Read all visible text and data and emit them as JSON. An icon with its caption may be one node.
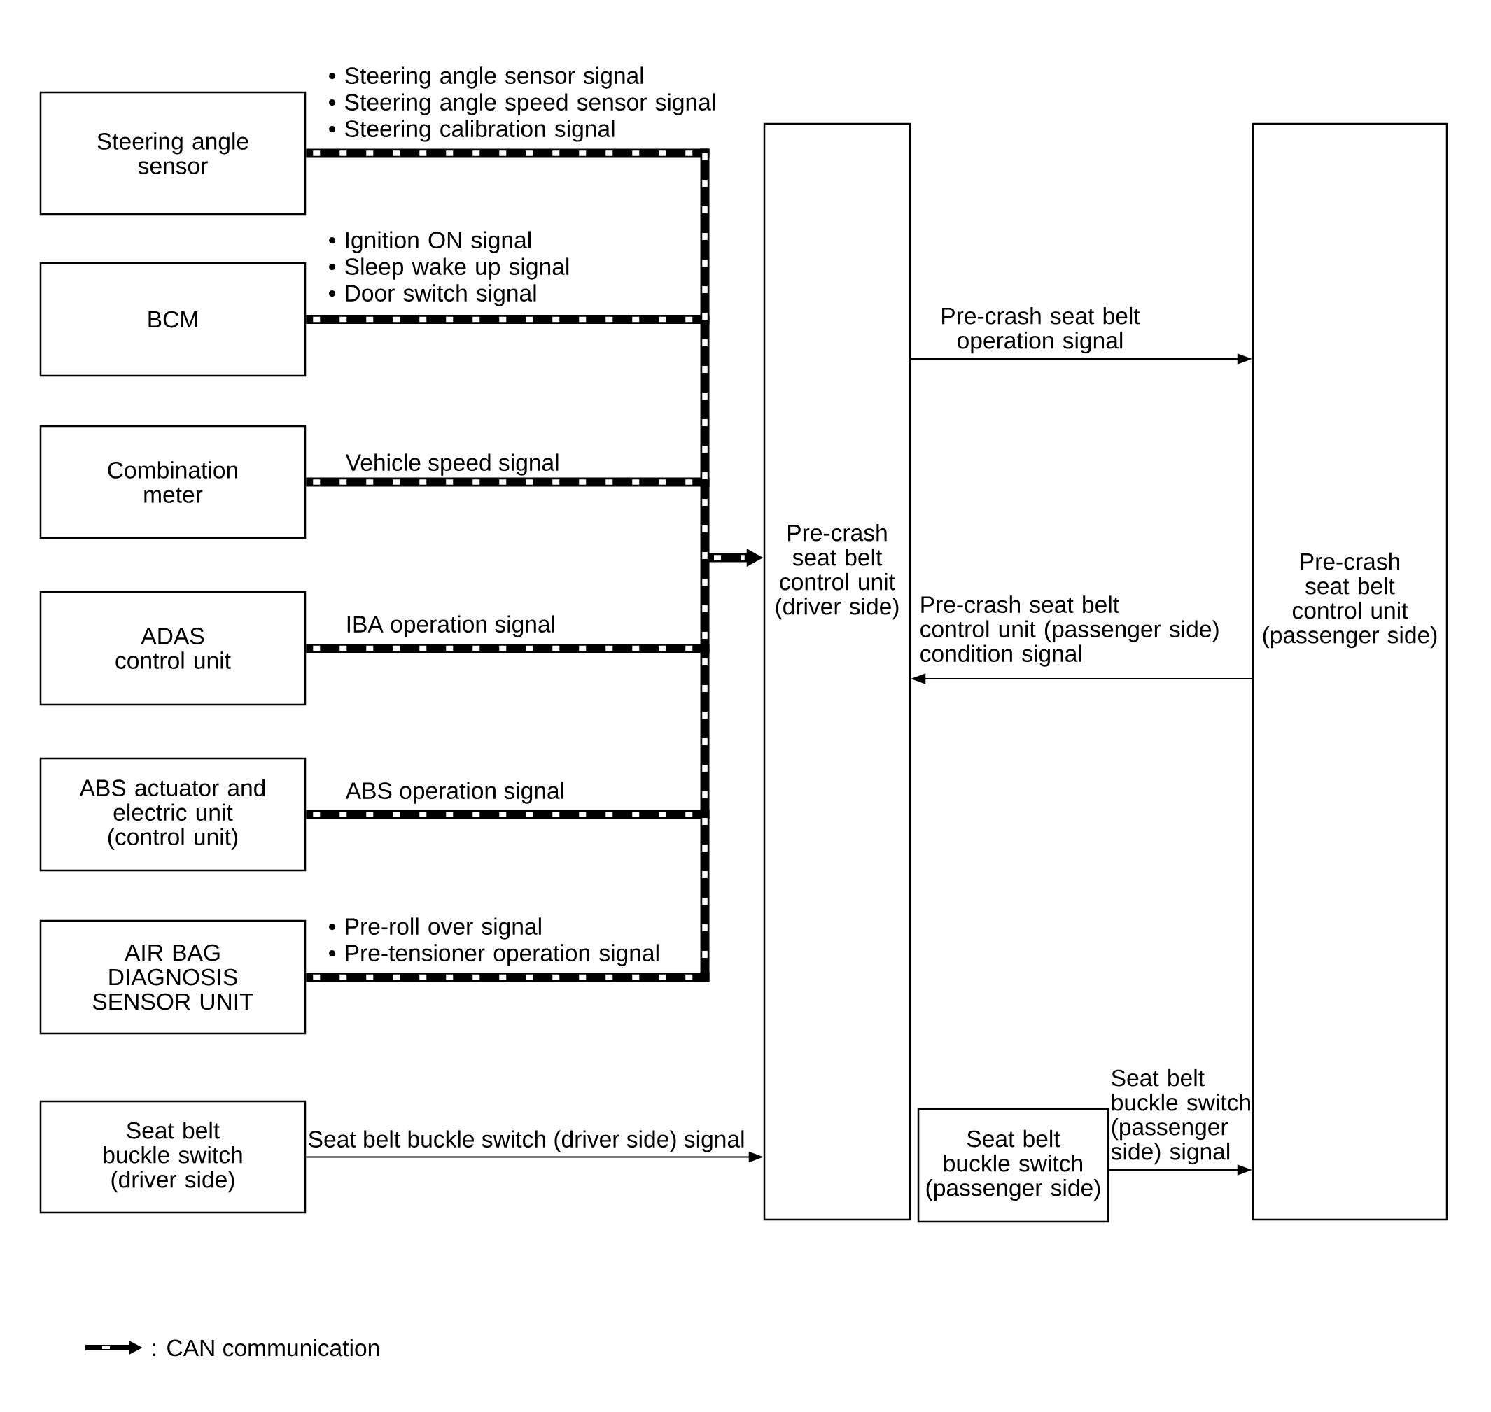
{
  "diagram": {
    "nodes": [
      {
        "text": [
          "Steering angle sensor"
        ]
      },
      {
        "text": [
          "BCM"
        ]
      },
      {
        "text": [
          "Combination meter"
        ]
      },
      {
        "text": [
          "ADAS control unit"
        ]
      },
      {
        "text": [
          "ABS actuator and electric unit (control unit)"
        ]
      },
      {
        "text": [
          "AIR BAG DIAGNOSIS SENSOR UNIT"
        ]
      },
      {
        "text": [
          "Seat belt buckle switch (driver side)"
        ]
      },
      {
        "text": [
          "Pre-crash seat belt control unit (driver side)"
        ]
      },
      {
        "text": [
          "Seat belt buckle switch (passenger side)"
        ]
      },
      {
        "text": [
          "Pre-crash seat belt control unit (passenger side)"
        ]
      }
    ],
    "edges": [
      {
        "from": 0,
        "to": 7,
        "arrow": "to",
        "label": "• Steering angle sensor signal • Steering angle speed sensor signal • Steering calibration signal"
      },
      {
        "from": 1,
        "to": 7,
        "arrow": "to",
        "label": "• Ignition ON signal • Sleep wake up signal • Door switch signal"
      },
      {
        "from": 2,
        "to": 7,
        "arrow": "to",
        "label": "Vehicle speed signal"
      },
      {
        "from": 3,
        "to": 7,
        "arrow": "to",
        "label": "IBA operation signal"
      },
      {
        "from": 4,
        "to": 7,
        "arrow": "to",
        "label": "ABS operation signal"
      },
      {
        "from": 5,
        "to": 7,
        "arrow": "to",
        "label": "• Pre-roll over signal • Pre-tensioner operation signal"
      },
      {
        "from": 6,
        "to": 7,
        "arrow": "to",
        "label": "Seat belt buckle switch (driver side) signal"
      },
      {
        "from": 7,
        "to": 9,
        "arrow": "to",
        "label": "Pre-crash seat belt operation signal"
      },
      {
        "from": 9,
        "to": 7,
        "arrow": "to",
        "label": "Pre-crash seat belt control unit (passenger side) condition signal"
      },
      {
        "from": 8,
        "to": 9,
        "arrow": "to",
        "label": "Seat belt buckle switch (passenger side) signal"
      }
    ],
    "legend": [
      {
        "text": ": CAN communication"
      }
    ]
  }
}
